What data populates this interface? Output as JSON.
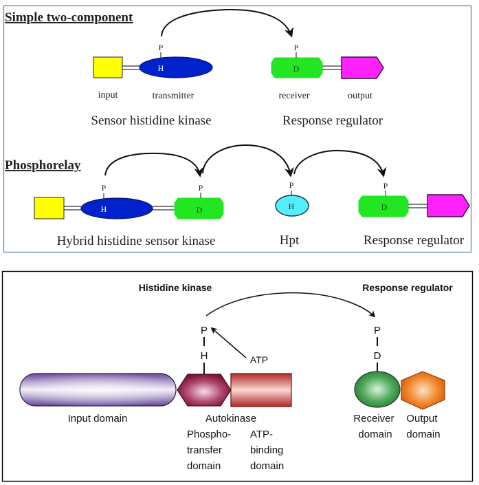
{
  "top_panel": {
    "simple": {
      "heading": "Simple two-component",
      "sensor": {
        "title": "Sensor histidine kinase",
        "input_label": "input",
        "transmitter_label": "transmitter",
        "residue": "H",
        "phospho": "P"
      },
      "regulator": {
        "title": "Response regulator",
        "receiver_label": "receiver",
        "output_label": "output",
        "residue": "D",
        "phospho": "P"
      }
    },
    "phosphorelay": {
      "heading": "Phosphorelay",
      "hybrid": {
        "title": "Hybrid histidine sensor kinase",
        "residue_h": "H",
        "residue_d": "D",
        "phospho": "P"
      },
      "hpt": {
        "title": "Hpt",
        "residue": "H",
        "phospho": "P"
      },
      "regulator": {
        "title": "Response regulator",
        "residue": "D",
        "phospho": "P"
      }
    },
    "colors": {
      "border": "#5a7aa0",
      "input": "#ffff00",
      "transmitter": "#0022cc",
      "receiver": "#22e622",
      "output": "#ff22ff",
      "hpt": "#55eeff"
    }
  },
  "bottom_panel": {
    "kinase_heading": "Histidine kinase",
    "regulator_heading": "Response regulator",
    "input_domain_label": "Input domain",
    "autokinase_label": "Autokinase",
    "phosphotransfer_label": [
      "Phospho-",
      "transfer",
      "domain"
    ],
    "atp_binding_label": [
      "ATP-",
      "binding",
      "domain"
    ],
    "atp_label": "ATP",
    "kinase_residue": "H",
    "kinase_phospho": "P",
    "regulator_residue": "D",
    "regulator_phospho": "P",
    "receiver_label": [
      "Receiver",
      "domain"
    ],
    "output_label": [
      "Output",
      "domain"
    ],
    "colors": {
      "border": "#000000",
      "input_domain": "#7a5aa8",
      "phosphotransfer": "#8a1a3a",
      "atp_binding": "#c83a38",
      "receiver": "#3a9a48",
      "output": "#f07a1a"
    }
  }
}
